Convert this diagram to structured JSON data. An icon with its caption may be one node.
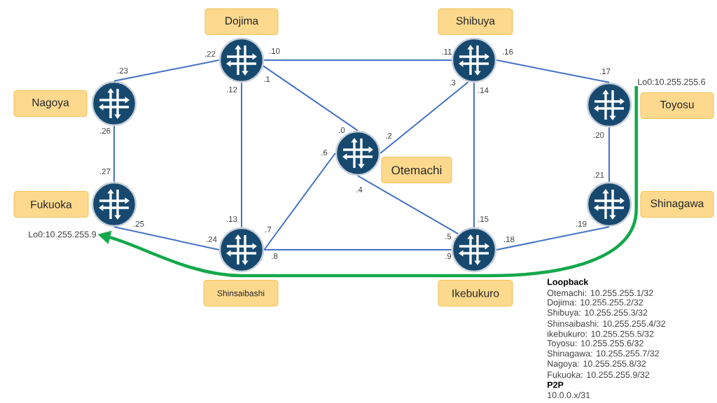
{
  "diagram": {
    "nodes": [
      {
        "text": [
          "Dojima"
        ]
      },
      {
        "text": [],
        "shape": "picture",
        "beside": [
          ".22",
          ".10",
          ".1",
          ".12"
        ]
      },
      {
        "text": [
          "Shibuya"
        ]
      },
      {
        "text": [],
        "shape": "picture",
        "beside": [
          ".11",
          ".16",
          ".3",
          ".14"
        ]
      },
      {
        "text": [
          "Nagoya"
        ]
      },
      {
        "text": [],
        "shape": "picture",
        "beside": [
          ".23",
          ".26"
        ]
      },
      {
        "text": [
          "Lo0:10.255.255.6"
        ]
      },
      {
        "text": [
          "Toyosu"
        ]
      },
      {
        "text": [],
        "shape": "picture",
        "beside": [
          ".17",
          ".20"
        ]
      },
      {
        "text": [
          "Otemachi"
        ]
      },
      {
        "text": [],
        "shape": "picture",
        "beside": [
          ".0",
          ".2",
          ".6",
          ".4"
        ]
      },
      {
        "text": [
          "Fukuoka"
        ]
      },
      {
        "text": [],
        "shape": "picture",
        "beside": [
          ".27",
          ".25"
        ]
      },
      {
        "text": [
          "Lo0:10.255.255.9"
        ]
      },
      {
        "text": [
          "Shinagawa"
        ]
      },
      {
        "text": [],
        "shape": "picture",
        "beside": [
          ".21",
          ".19"
        ]
      },
      {
        "text": [
          "Shinsaibashi"
        ]
      },
      {
        "text": [],
        "shape": "picture",
        "beside": [
          ".13",
          ".24",
          ".7",
          ".8"
        ]
      },
      {
        "text": [
          "Ikebukuro"
        ]
      },
      {
        "text": [],
        "shape": "picture",
        "beside": [
          ".15",
          ".5",
          ".18",
          ".9"
        ]
      }
    ],
    "edges": [
      {
        "from": 1,
        "to": 5,
        "arrow": "none"
      },
      {
        "from": 1,
        "to": 3,
        "arrow": "none"
      },
      {
        "from": 1,
        "to": 10,
        "arrow": "none"
      },
      {
        "from": 1,
        "to": 17,
        "arrow": "none"
      },
      {
        "from": 3,
        "to": 8,
        "arrow": "none"
      },
      {
        "from": 3,
        "to": 10,
        "arrow": "none"
      },
      {
        "from": 3,
        "to": 19,
        "arrow": "none"
      },
      {
        "from": 5,
        "to": 12,
        "arrow": "none"
      },
      {
        "from": 8,
        "to": 15,
        "arrow": "none"
      },
      {
        "from": 10,
        "to": 17,
        "arrow": "none"
      },
      {
        "from": 10,
        "to": 19,
        "arrow": "none"
      },
      {
        "from": 12,
        "to": 17,
        "arrow": "none"
      },
      {
        "from": 15,
        "to": 19,
        "arrow": "none"
      },
      {
        "from": 17,
        "to": 19,
        "arrow": "none"
      },
      {
        "from": 6,
        "to": 13,
        "arrow": "to",
        "style": "thick",
        "color": "#14a84b"
      }
    ],
    "labels": [
      "Loopback",
      "Otemachi: 10.255.255.1/32",
      "Dojima: 10.255.255.2/32",
      "Shibuya: 10.255.255.3/32",
      "Shinsaibashi: 10.255.255.4/32",
      "ikebukuro: 10.255.255.5/32",
      "Toyosu: 10.255.255.6/32",
      "Shinagawa: 10.255.255.7/32",
      "Nagoya: 10.255.255.8/32",
      "Fukuoka: 10.255.255.9/32",
      "P2P",
      "10.0.0.x/31"
    ]
  }
}
